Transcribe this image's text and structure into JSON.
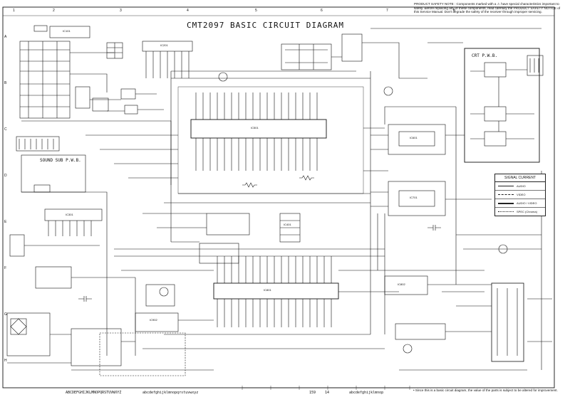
{
  "title": "CMT2097 BASIC CIRCUIT DIAGRAM",
  "safety_note": "PRODUCT SAFETY NOTE : Components marked with a ⚠ have special characteristics important to safety. Before replacing any of these components, read carefully the PRODUCT SAFETY NOTICE of this Service Manual. Don't degrade the safety of the receiver through improper servicing.",
  "footer_note": "• Since this is a basic circuit diagram, the value of the parts is subject to be altered for improvement.",
  "boards": {
    "crt": "CRT P.W.B.",
    "sound": "SOUND SUB P.W.B."
  },
  "legend": {
    "title": "SIGNAL CURRENT",
    "rows": [
      "AUDIO",
      "VIDEO",
      "AUDIO / VIDEO",
      "SPEC (Chroma)"
    ]
  },
  "column_numbers": [
    "1",
    "2",
    "3",
    "4",
    "5",
    "6",
    "7",
    "8"
  ],
  "row_letters": [
    "A",
    "B",
    "C",
    "D",
    "E",
    "F",
    "G",
    "H"
  ],
  "bottom_codes": [
    "ABCDEFGHIJKLMNOPQRSTUVWXYZ",
    "abcdefghijklmnopqrstuvwxyz",
    "159",
    "14",
    "abcdefghijklmnop"
  ],
  "ic_labels": [
    "IC501",
    "IC801",
    "IC301",
    "IC101",
    "IC201",
    "IC601",
    "IC701",
    "IC401",
    "IC802",
    "IC902"
  ]
}
